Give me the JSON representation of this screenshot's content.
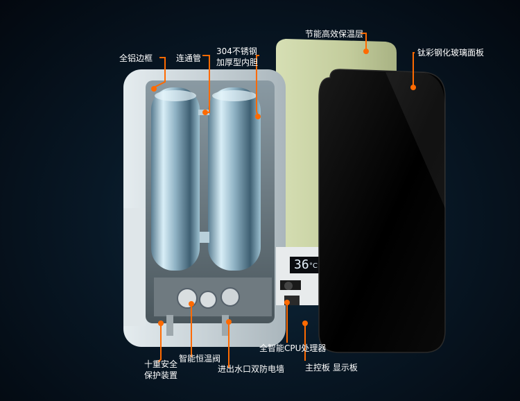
{
  "labels": {
    "frame": "全铝边框",
    "pipe": "连通管",
    "tank_line1": "304不锈钢",
    "tank_line2": "加厚型内胆",
    "insulation": "节能高效保温层",
    "glass_panel": "钛彩钢化玻璃面板",
    "safety_line1": "十重安全",
    "safety_line2": "保护装置",
    "valve": "智能恒温阀",
    "anti_shock": "进出水口双防电墙",
    "cpu": "全智能CPU处理器",
    "board": "主控板 显示板"
  },
  "display": {
    "temperature": "36",
    "unit": "°C"
  },
  "colors": {
    "accent": "#ff6a00",
    "background": "#081826",
    "insulation": "#c9d3a5",
    "glass": "#050505"
  }
}
